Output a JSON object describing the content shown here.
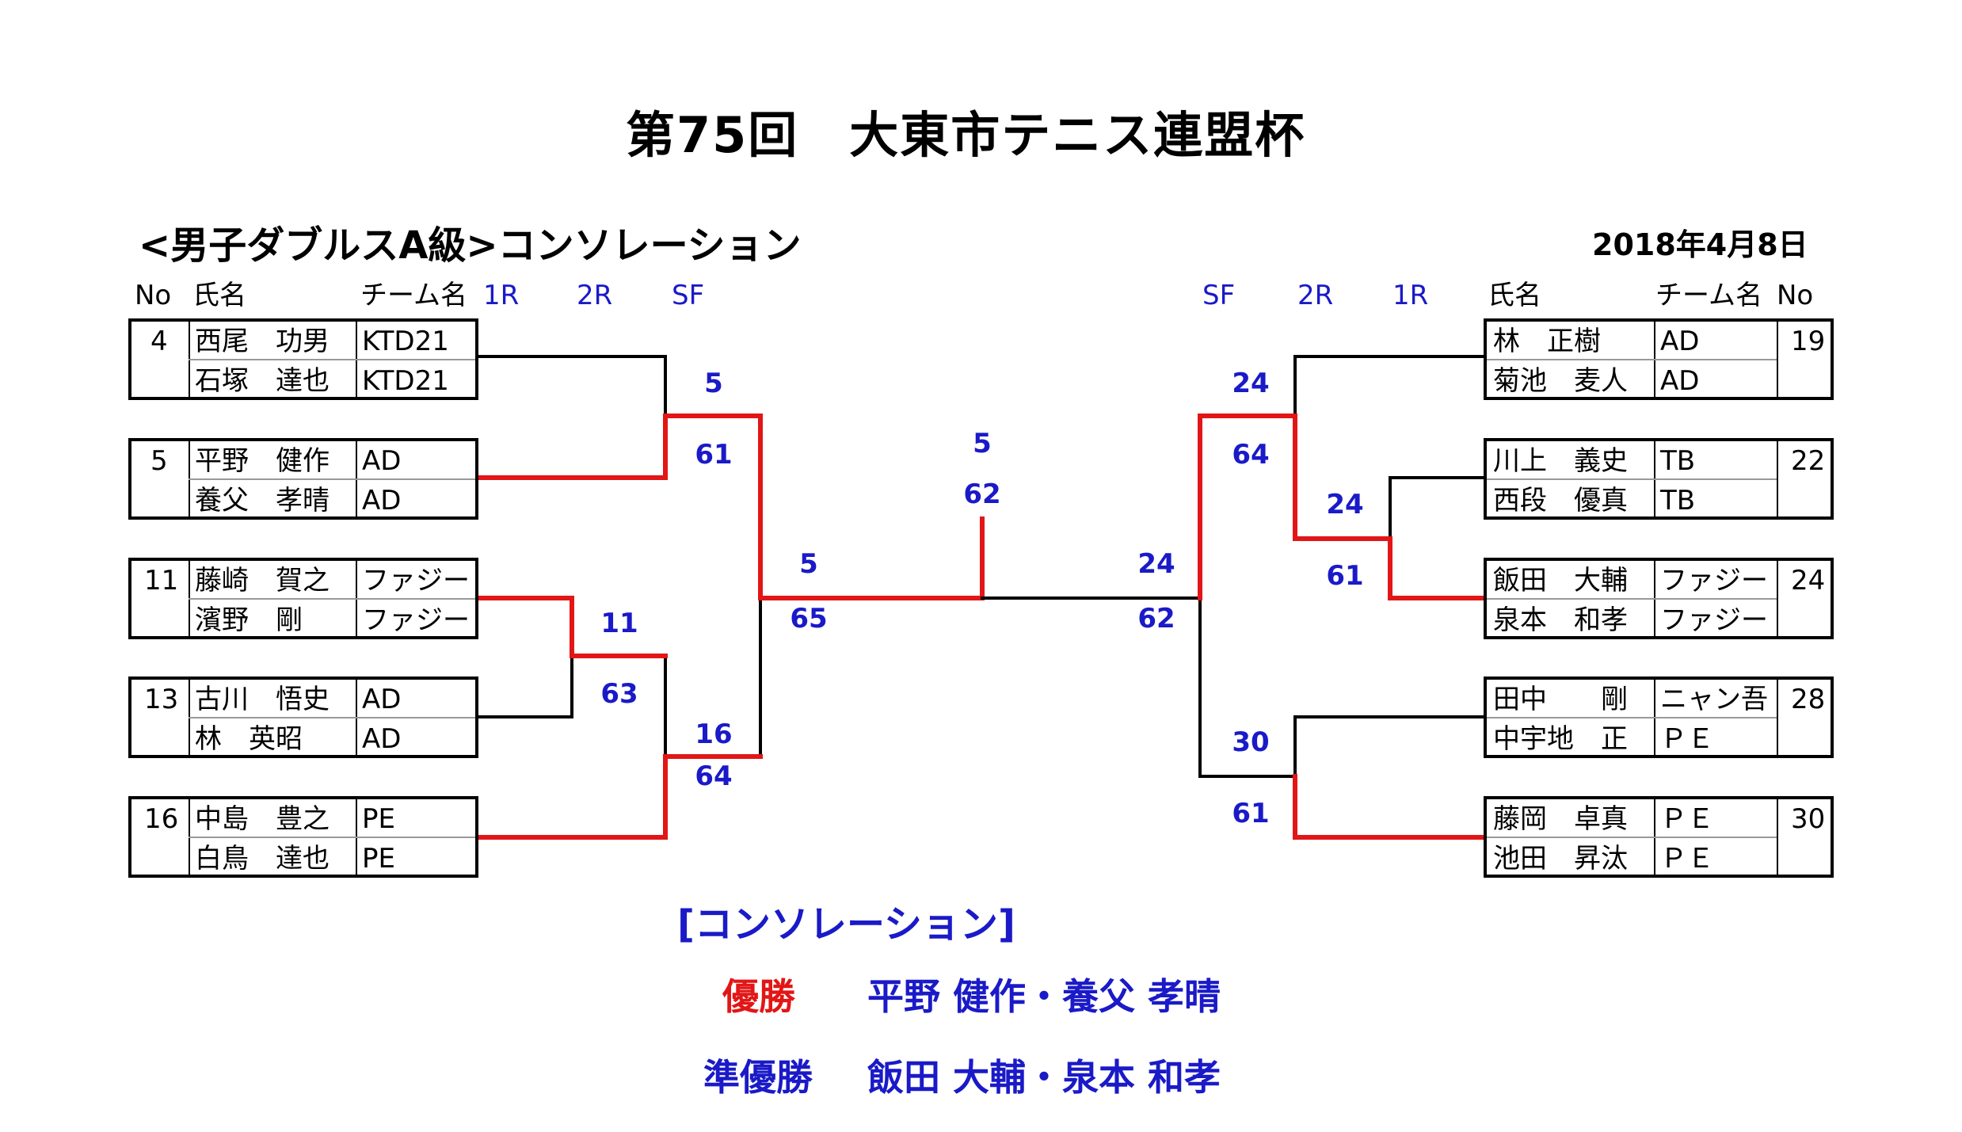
{
  "title": "第75回　大東市テニス連盟杯",
  "subtitle": "<男子ダブルスA級>コンソレーション",
  "date": "2018年4月8日",
  "headers": {
    "no": "No",
    "name": "氏名",
    "team": "チーム名",
    "r1": "1R",
    "r2": "2R",
    "sf": "SF"
  },
  "left_teams": [
    {
      "no": "4",
      "p1": "西尾　功男",
      "t1": "KTD21",
      "p2": "石塚　達也",
      "t2": "KTD21"
    },
    {
      "no": "5",
      "p1": "平野　健作",
      "t1": "AD",
      "p2": "養父　孝晴",
      "t2": "AD"
    },
    {
      "no": "11",
      "p1": "藤崎　賀之",
      "t1": "ファジー",
      "p2": "濱野　剛",
      "t2": "ファジー"
    },
    {
      "no": "13",
      "p1": "古川　悟史",
      "t1": "AD",
      "p2": "林　英昭",
      "t2": "AD"
    },
    {
      "no": "16",
      "p1": "中島　豊之",
      "t1": "PE",
      "p2": "白鳥　達也",
      "t2": "PE"
    }
  ],
  "right_teams": [
    {
      "no": "19",
      "p1": "林　正樹",
      "t1": "AD",
      "p2": "菊池　麦人",
      "t2": "AD"
    },
    {
      "no": "22",
      "p1": "川上　義史",
      "t1": "TB",
      "p2": "西段　優真",
      "t2": "TB"
    },
    {
      "no": "24",
      "p1": "飯田　大輔",
      "t1": "ファジー",
      "p2": "泉本　和孝",
      "t2": "ファジー"
    },
    {
      "no": "28",
      "p1": "田中　　剛",
      "t1": "ニャン吾",
      "p2": "中宇地　正",
      "t2": "ＰＥ"
    },
    {
      "no": "30",
      "p1": "藤岡　卓真",
      "t1": "ＰＥ",
      "p2": "池田　昇汰",
      "t2": "ＰＥ"
    }
  ],
  "scores": {
    "l_2r_top_w": "5",
    "l_2r_top_s": "61",
    "l_1r_w": "11",
    "l_1r_s": "63",
    "l_2r_bot_w": "16",
    "l_2r_bot_s": "64",
    "l_sf_w": "5",
    "l_sf_s": "65",
    "final_w": "5",
    "final_s": "62",
    "r_sf_w": "24",
    "r_sf_s": "62",
    "r_2r_top_w": "24",
    "r_2r_top_s": "64",
    "r_1r_w": "24",
    "r_1r_s": "61",
    "r_2r_bot_w": "30",
    "r_2r_bot_s": "61"
  },
  "results": {
    "heading": "[コンソレーション]",
    "winner_label": "優勝",
    "winner_names": "平野 健作・養父 孝晴",
    "runnerup_label": "準優勝",
    "runnerup_names": "飯田 大輔・泉本 和孝"
  },
  "colors": {
    "win_line": "#e21616",
    "score_blue": "#1a1ac8",
    "line_black": "#000000"
  }
}
